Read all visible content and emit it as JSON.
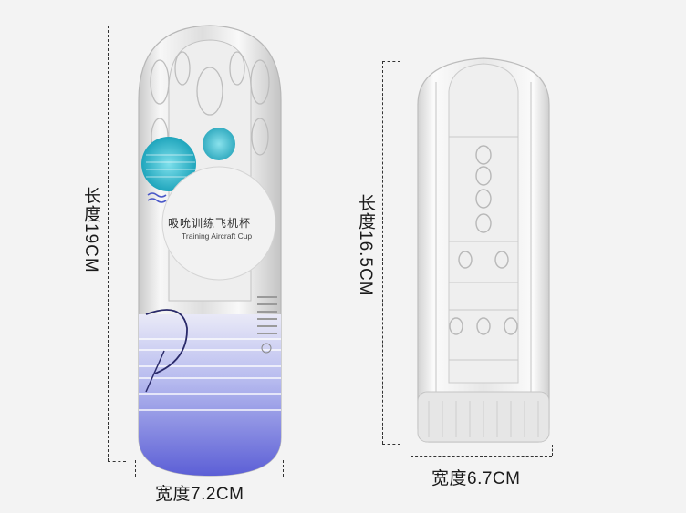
{
  "product_left": {
    "sticker_cn": "吸吮训练飞机杯",
    "sticker_en": "Training Aircraft Cup",
    "length_label": "长度19CM",
    "width_label": "宽度7.2CM"
  },
  "product_right": {
    "length_label": "长度16.5CM",
    "width_label": "宽度6.7CM"
  },
  "colors": {
    "background": "#f3f3f3",
    "accent_blue": "#6a6fd8",
    "accent_teal": "#2fb3c7"
  }
}
